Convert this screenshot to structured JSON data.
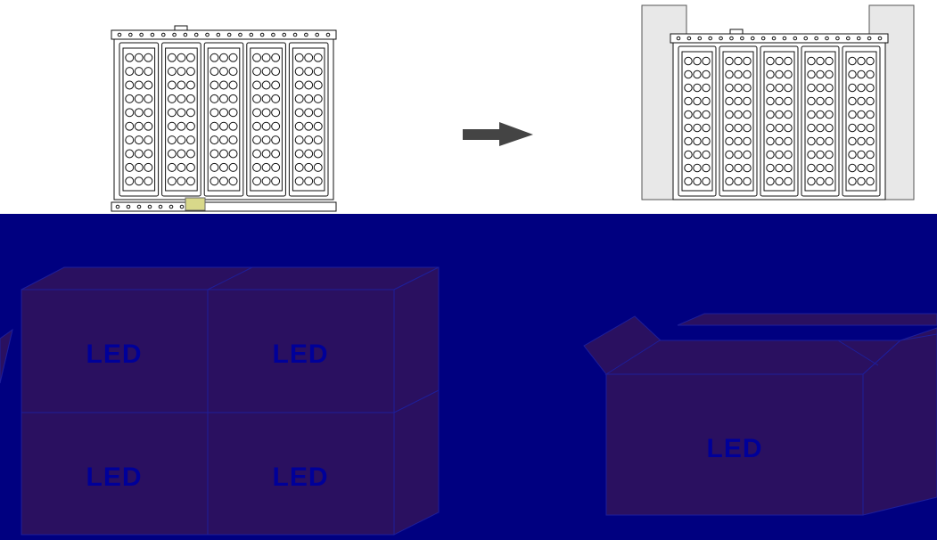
{
  "colors": {
    "background": "#ffffff",
    "band": "#000080",
    "box_fill": "#2a1060",
    "box_line": "#1e1e9a",
    "label": "#000099",
    "panel_line": "#111111",
    "wall": "#e8e8e8",
    "arrow": "#444444"
  },
  "fixture": {
    "panel_count": 5,
    "led_rows": 10,
    "led_cols": 3
  },
  "boxes": {
    "closed_labels": [
      "LED",
      "LED",
      "LED",
      "LED"
    ],
    "open_label": "LED"
  },
  "icons": {
    "arrow": "right-arrow-icon"
  }
}
